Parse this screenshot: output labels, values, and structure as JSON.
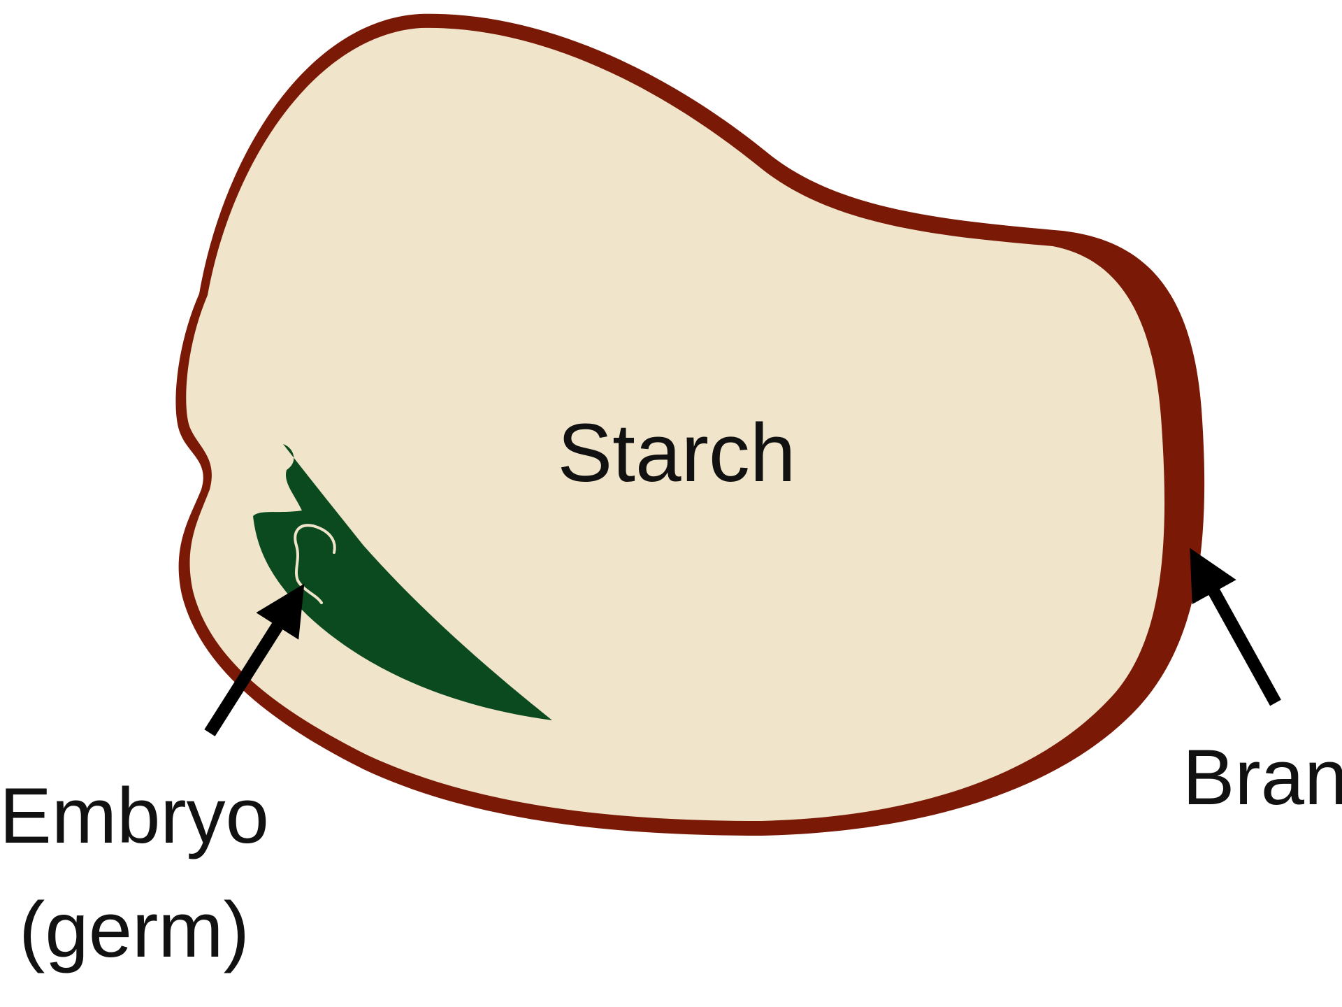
{
  "labels": {
    "starch": "Starch",
    "bran": "Bran",
    "embryo_line1": "Embryo",
    "embryo_line2": "(germ)"
  },
  "colors": {
    "bran": "#7a1a06",
    "starch": "#f0e4cb",
    "embryo": "#0b4a1f",
    "embryo_detail": "#f0e4cb",
    "arrow": "#000000",
    "text": "#111111"
  }
}
